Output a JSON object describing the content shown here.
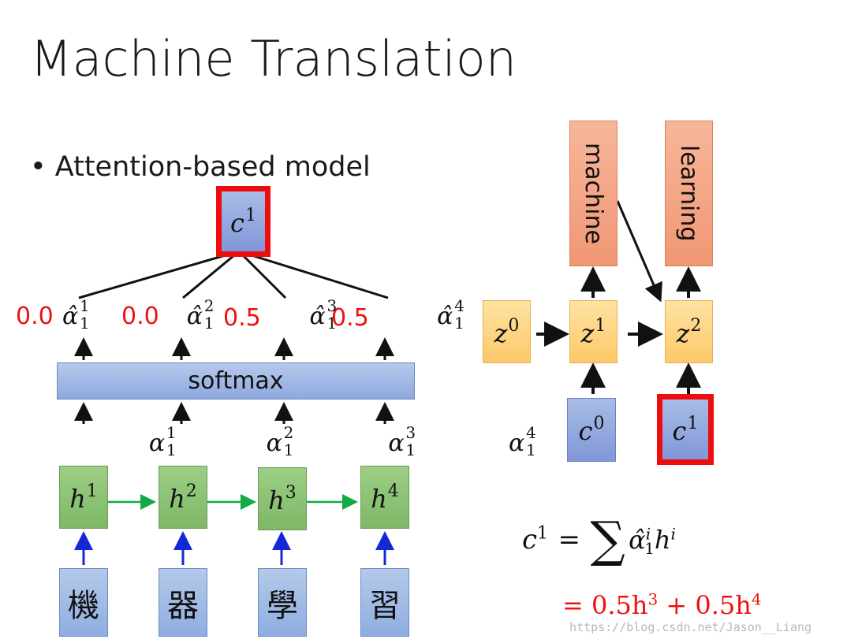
{
  "title": "Machine Translation",
  "bullet": "Attention-based model",
  "softmax_label": "softmax",
  "encoder": {
    "hidden": [
      "1",
      "2",
      "3",
      "4"
    ],
    "hidden_var": "h",
    "inputs": [
      "機",
      "器",
      "學",
      "習"
    ],
    "alpha_sup": [
      "1",
      "2",
      "3",
      "4"
    ],
    "alpha_sub": "1",
    "alpha_symbol": "α",
    "alpha_hat_symbol": "α̂",
    "weights": [
      "0.0",
      "0.0",
      "0.5",
      "0.5"
    ]
  },
  "context": {
    "var": "c",
    "sup": "1"
  },
  "decoder": {
    "z_var": "z",
    "z_sups": [
      "0",
      "1",
      "2"
    ],
    "c0_sup": "0",
    "c1_sup": "1",
    "outputs": [
      "machine",
      "learning"
    ]
  },
  "equation": {
    "lhs_var": "c",
    "lhs_sup": "1",
    "eq": "=",
    "sum": "∑",
    "term": "α̂",
    "term_sup": "i",
    "term_sub": "1",
    "h": "h",
    "h_sup": "i",
    "line2": "= 0.5h",
    "line2_sup1": "3",
    "line2_mid": " + 0.5h",
    "line2_sup2": "4"
  },
  "watermark": "https://blog.csdn.net/Jason__Liang",
  "colors": {
    "red": "#ee1111",
    "arrow_blue": "#1428d8",
    "arrow_green": "#11aa44"
  }
}
